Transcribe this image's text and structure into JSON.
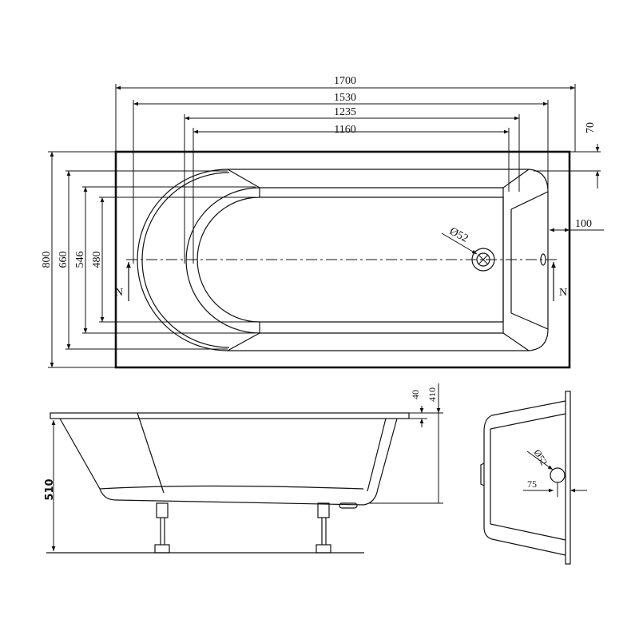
{
  "top_view": {
    "dims_horizontal": [
      "1700",
      "1530",
      "1235",
      "1160"
    ],
    "dims_vertical": [
      "800",
      "660",
      "546",
      "480"
    ],
    "overflow_offset": "100",
    "edge_offset": "70",
    "drain_diameter": "Ø52",
    "section_marker": "N"
  },
  "side_view": {
    "height": "510",
    "rim": "40",
    "depth": "410"
  },
  "end_view": {
    "drain_diameter": "Ø52",
    "offset": "75"
  }
}
